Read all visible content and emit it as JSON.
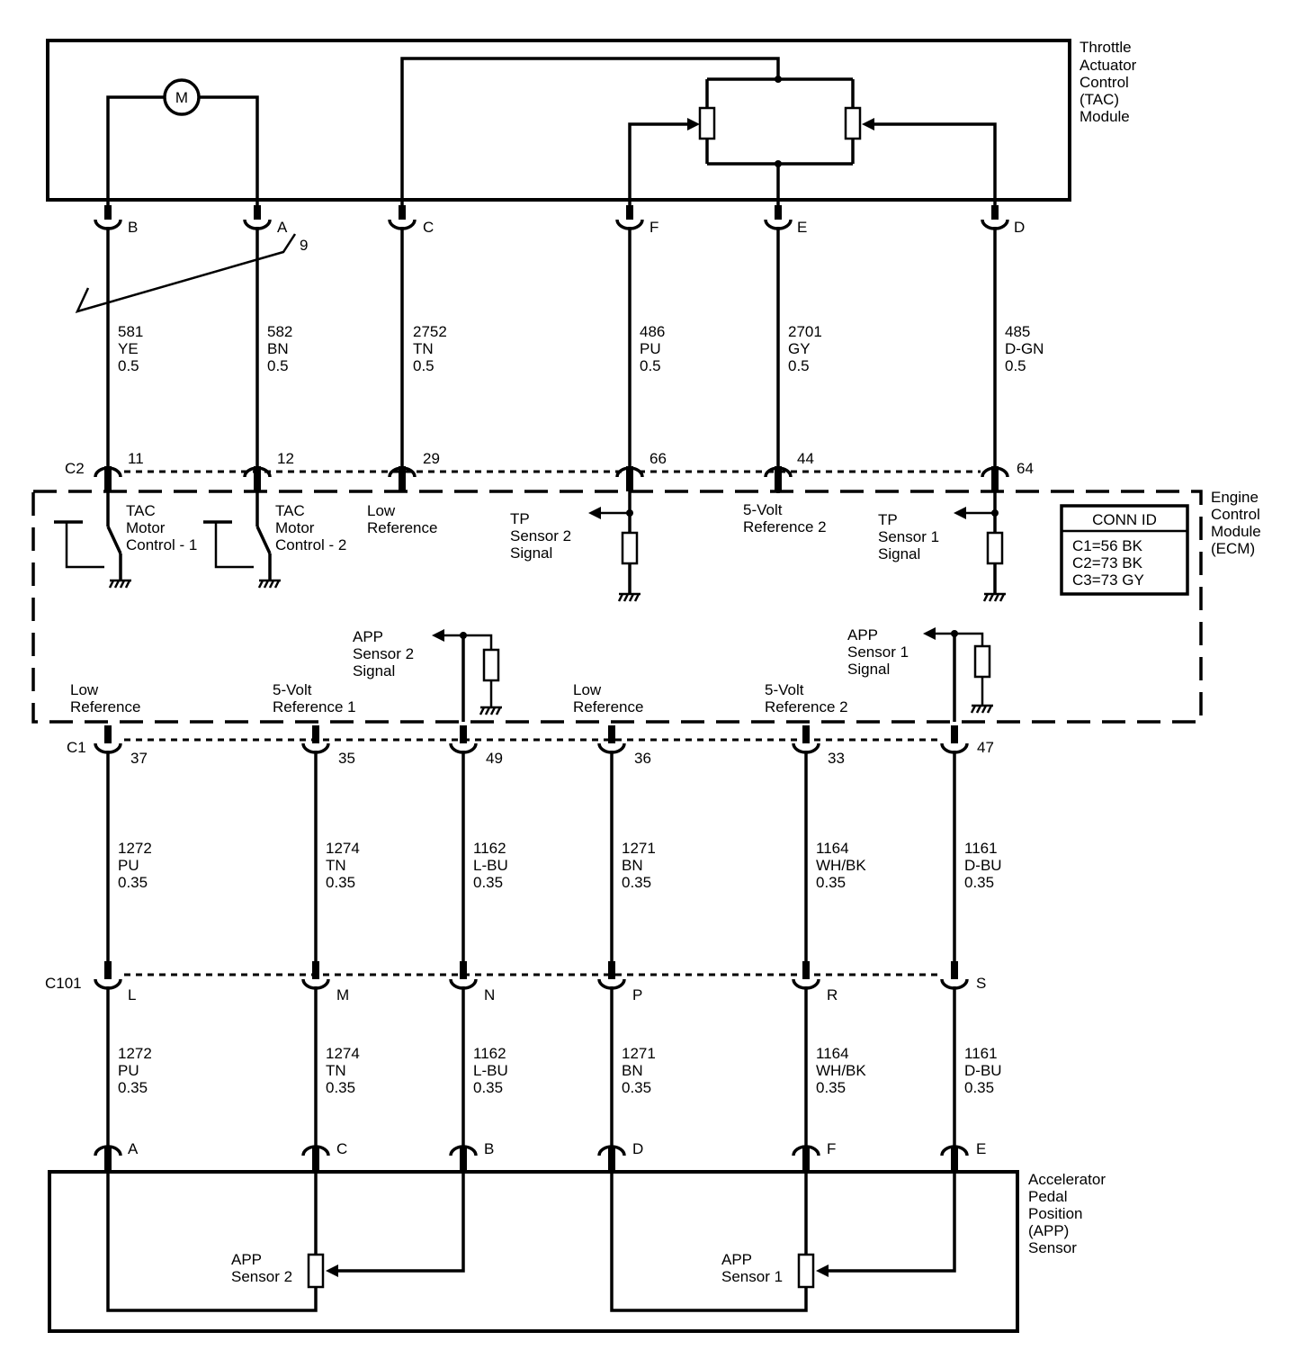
{
  "modules": {
    "tac": {
      "label": [
        "Throttle",
        "Actuator",
        "Control",
        "(TAC)",
        "Module"
      ],
      "motor_symbol": "M"
    },
    "ecm": {
      "label": [
        "Engine",
        "Control",
        "Module",
        "(ECM)"
      ]
    },
    "app": {
      "label": [
        "Accelerator",
        "Pedal",
        "Position",
        "(APP)",
        "Sensor"
      ]
    }
  },
  "connectors": {
    "c2": "C2",
    "c1": "C1",
    "c101": "C101"
  },
  "tac_pins": [
    "B",
    "A",
    "C",
    "F",
    "E",
    "D"
  ],
  "twisted_pair_label": "9",
  "upper_wires": [
    {
      "circuit": "581",
      "color": "YE",
      "size": "0.5"
    },
    {
      "circuit": "582",
      "color": "BN",
      "size": "0.5"
    },
    {
      "circuit": "2752",
      "color": "TN",
      "size": "0.5"
    },
    {
      "circuit": "486",
      "color": "PU",
      "size": "0.5"
    },
    {
      "circuit": "2701",
      "color": "GY",
      "size": "0.5"
    },
    {
      "circuit": "485",
      "color": "D-GN",
      "size": "0.5"
    }
  ],
  "c2_pins": [
    "11",
    "12",
    "29",
    "66",
    "44",
    "64"
  ],
  "ecm_upper_labels": {
    "tac_motor_1": [
      "TAC",
      "Motor",
      "Control - 1"
    ],
    "tac_motor_2": [
      "TAC",
      "Motor",
      "Control - 2"
    ],
    "low_ref": [
      "Low",
      "Reference"
    ],
    "tp2": [
      "TP",
      "Sensor 2",
      "Signal"
    ],
    "ref5v2": [
      "5-Volt",
      "Reference 2"
    ],
    "tp1": [
      "TP",
      "Sensor 1",
      "Signal"
    ]
  },
  "conn_id": {
    "title": "CONN ID",
    "rows": [
      "C1=56 BK",
      "C2=73 BK",
      "C3=73 GY"
    ]
  },
  "ecm_lower_labels": {
    "app2": [
      "APP",
      "Sensor 2",
      "Signal"
    ],
    "app1": [
      "APP",
      "Sensor 1",
      "Signal"
    ],
    "low_ref_a": [
      "Low",
      "Reference"
    ],
    "ref5v1": [
      "5-Volt",
      "Reference 1"
    ],
    "low_ref_b": [
      "Low",
      "Reference"
    ],
    "ref5v2": [
      "5-Volt",
      "Reference 2"
    ]
  },
  "c1_pins": [
    "37",
    "35",
    "49",
    "36",
    "33",
    "47"
  ],
  "middle_wires": [
    {
      "circuit": "1272",
      "color": "PU",
      "size": "0.35"
    },
    {
      "circuit": "1274",
      "color": "TN",
      "size": "0.35"
    },
    {
      "circuit": "1162",
      "color": "L-BU",
      "size": "0.35"
    },
    {
      "circuit": "1271",
      "color": "BN",
      "size": "0.35"
    },
    {
      "circuit": "1164",
      "color": "WH/BK",
      "size": "0.35"
    },
    {
      "circuit": "1161",
      "color": "D-BU",
      "size": "0.35"
    }
  ],
  "c101_pins": [
    "L",
    "M",
    "N",
    "P",
    "R",
    "S"
  ],
  "lower_wires": [
    {
      "circuit": "1272",
      "color": "PU",
      "size": "0.35"
    },
    {
      "circuit": "1274",
      "color": "TN",
      "size": "0.35"
    },
    {
      "circuit": "1162",
      "color": "L-BU",
      "size": "0.35"
    },
    {
      "circuit": "1271",
      "color": "BN",
      "size": "0.35"
    },
    {
      "circuit": "1164",
      "color": "WH/BK",
      "size": "0.35"
    },
    {
      "circuit": "1161",
      "color": "D-BU",
      "size": "0.35"
    }
  ],
  "app_pins": [
    "A",
    "C",
    "B",
    "D",
    "F",
    "E"
  ],
  "app_sensor_labels": {
    "s2": [
      "APP",
      "Sensor 2"
    ],
    "s1": [
      "APP",
      "Sensor 1"
    ]
  }
}
